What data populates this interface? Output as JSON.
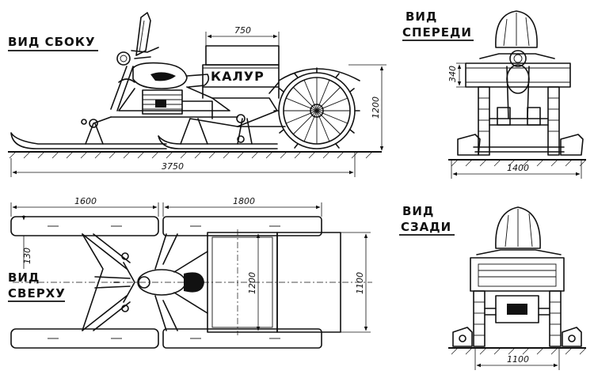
{
  "views": {
    "side": {
      "line1": "ВИД СБОКУ",
      "badge": "КАЛУР"
    },
    "front": {
      "line1": "ВИД",
      "line2": "СПЕРЕДИ"
    },
    "top": {
      "line1": "ВИД",
      "line2": "СВЕРХУ"
    },
    "rear": {
      "line1": "ВИД",
      "line2": "СЗАДИ"
    }
  },
  "dimensions": {
    "side": {
      "box_length": "750",
      "height": "1200",
      "total_length": "3750"
    },
    "front": {
      "box_height": "340",
      "track_width": "1400"
    },
    "top": {
      "ski_front": "1600",
      "ski_rear": "1800",
      "ski_width": "130",
      "box_width": "1200",
      "rear_width": "1100"
    },
    "rear": {
      "width": "1100"
    }
  }
}
